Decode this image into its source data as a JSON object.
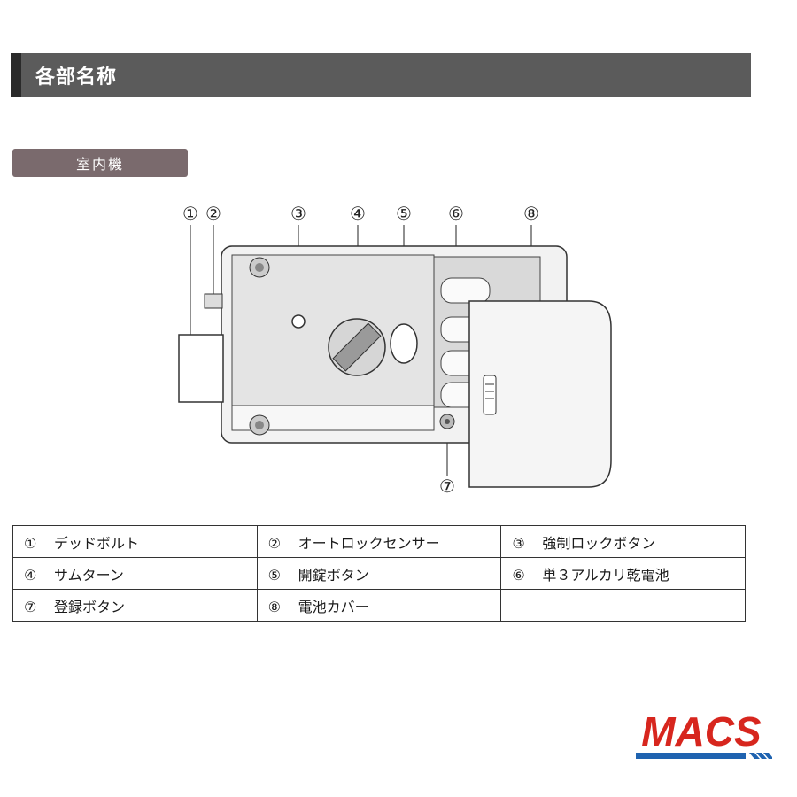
{
  "header": {
    "title": "各部名称"
  },
  "subsection": {
    "label": "室内機"
  },
  "diagram": {
    "callouts": [
      "①",
      "②",
      "③",
      "④",
      "⑤",
      "⑥",
      "⑧",
      "⑦"
    ]
  },
  "parts_table": {
    "rows": [
      [
        {
          "num": "①",
          "label": "デッドボルト"
        },
        {
          "num": "②",
          "label": "オートロックセンサー"
        },
        {
          "num": "③",
          "label": "強制ロックボタン"
        }
      ],
      [
        {
          "num": "④",
          "label": "サムターン"
        },
        {
          "num": "⑤",
          "label": "開錠ボタン"
        },
        {
          "num": "⑥",
          "label": "単３アルカリ乾電池"
        }
      ],
      [
        {
          "num": "⑦",
          "label": "登録ボタン"
        },
        {
          "num": "⑧",
          "label": "電池カバー"
        },
        {
          "num": "",
          "label": ""
        }
      ]
    ]
  },
  "logo": {
    "text": "MACS",
    "red": "#d7261e",
    "blue": "#1f63b0"
  }
}
